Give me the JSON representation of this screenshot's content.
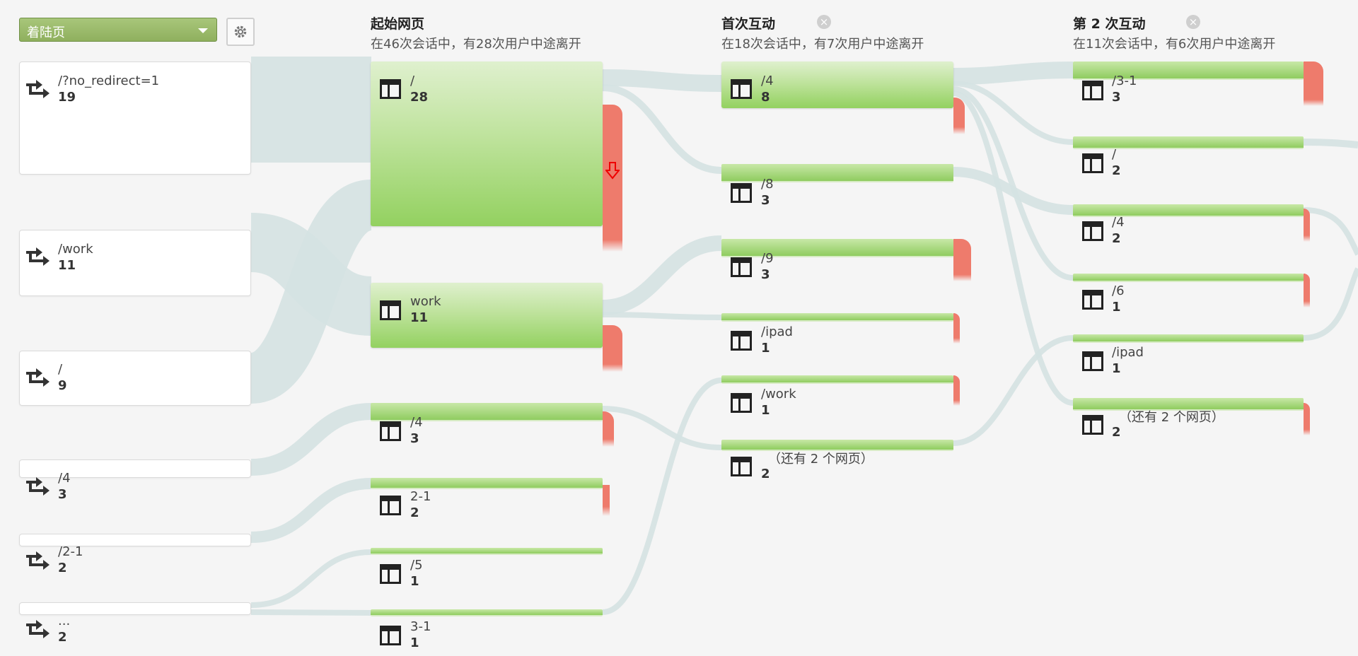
{
  "controls": {
    "dropdown_label": "着陆页"
  },
  "columns": [
    {
      "title": "起始网页",
      "subtitle": "在46次会话中，有28次用户中途离开"
    },
    {
      "title": "首次互动",
      "subtitle": "在18次会话中，有7次用户中途离开"
    },
    {
      "title": "第 2 次互动",
      "subtitle": "在11次会话中，有6次用户中途离开"
    }
  ],
  "landing": [
    {
      "label": "/?no_redirect=1",
      "count": "19"
    },
    {
      "label": "/work",
      "count": "11"
    },
    {
      "label": "/",
      "count": "9"
    },
    {
      "label": "/4",
      "count": "3"
    },
    {
      "label": "/2-1",
      "count": "2"
    },
    {
      "label": "...",
      "count": "2"
    }
  ],
  "start_pages": [
    {
      "label": "/",
      "count": "28"
    },
    {
      "label": "work",
      "count": "11"
    },
    {
      "label": "/4",
      "count": "3"
    },
    {
      "label": "2-1",
      "count": "2"
    },
    {
      "label": "/5",
      "count": "1"
    },
    {
      "label": "3-1",
      "count": "1"
    }
  ],
  "first_interaction": [
    {
      "label": "/4",
      "count": "8"
    },
    {
      "label": "/8",
      "count": "3"
    },
    {
      "label": "/9",
      "count": "3"
    },
    {
      "label": "/ipad",
      "count": "1"
    },
    {
      "label": "/work",
      "count": "1"
    },
    {
      "label": "（还有 2 个网页）",
      "count": "2"
    }
  ],
  "second_interaction": [
    {
      "label": "/3-1",
      "count": "3"
    },
    {
      "label": "/",
      "count": "2"
    },
    {
      "label": "/4",
      "count": "2"
    },
    {
      "label": "/6",
      "count": "1"
    },
    {
      "label": "/ipad",
      "count": "1"
    },
    {
      "label": "（还有 2 个网页）",
      "count": "2"
    }
  ],
  "colors": {
    "page_green": "#93d160",
    "dropoff_red": "#ee7b6c",
    "flow_gray": "#d6e2e2"
  }
}
